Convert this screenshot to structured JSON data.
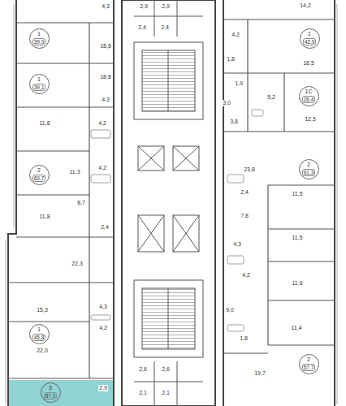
{
  "diagram": {
    "nodes": [
      {
        "text": [
          "1",
          "39,0"
        ]
      },
      {
        "text": [
          "1",
          "39,1"
        ]
      },
      {
        "text": [
          "2",
          "60,7"
        ]
      },
      {
        "text": [
          "1",
          "45,8"
        ]
      },
      {
        "text": [
          "3",
          "87,0"
        ]
      },
      {
        "text": [
          "1",
          "42,9"
        ]
      },
      {
        "text": [
          "1С",
          "26,4"
        ]
      },
      {
        "text": [
          "2",
          "61,3"
        ]
      },
      {
        "text": [
          "2",
          "57,7"
        ]
      }
    ],
    "labels": [
      "4,3",
      "18,6",
      "18,8",
      "4,3",
      "11,8",
      "4,2",
      "11,3",
      "4,2",
      "8,7",
      "11,8",
      "2,4",
      "22,3",
      "15,3",
      "4,3",
      "4,2",
      "22,0",
      "2,9",
      "2,9",
      "2,9",
      "2,4",
      "2,4",
      "2,6",
      "2,6",
      "2,1",
      "2,1",
      "14,2",
      "4,2",
      "18,5",
      "1,8",
      "1,9",
      "3,0",
      "3,8",
      "5,2",
      "12,5",
      "23,8",
      "2,4",
      "11,5",
      "7,8",
      "11,5",
      "4,3",
      "4,2",
      "11,6",
      "9,0",
      "11,4",
      "1,8",
      "19,7"
    ]
  }
}
